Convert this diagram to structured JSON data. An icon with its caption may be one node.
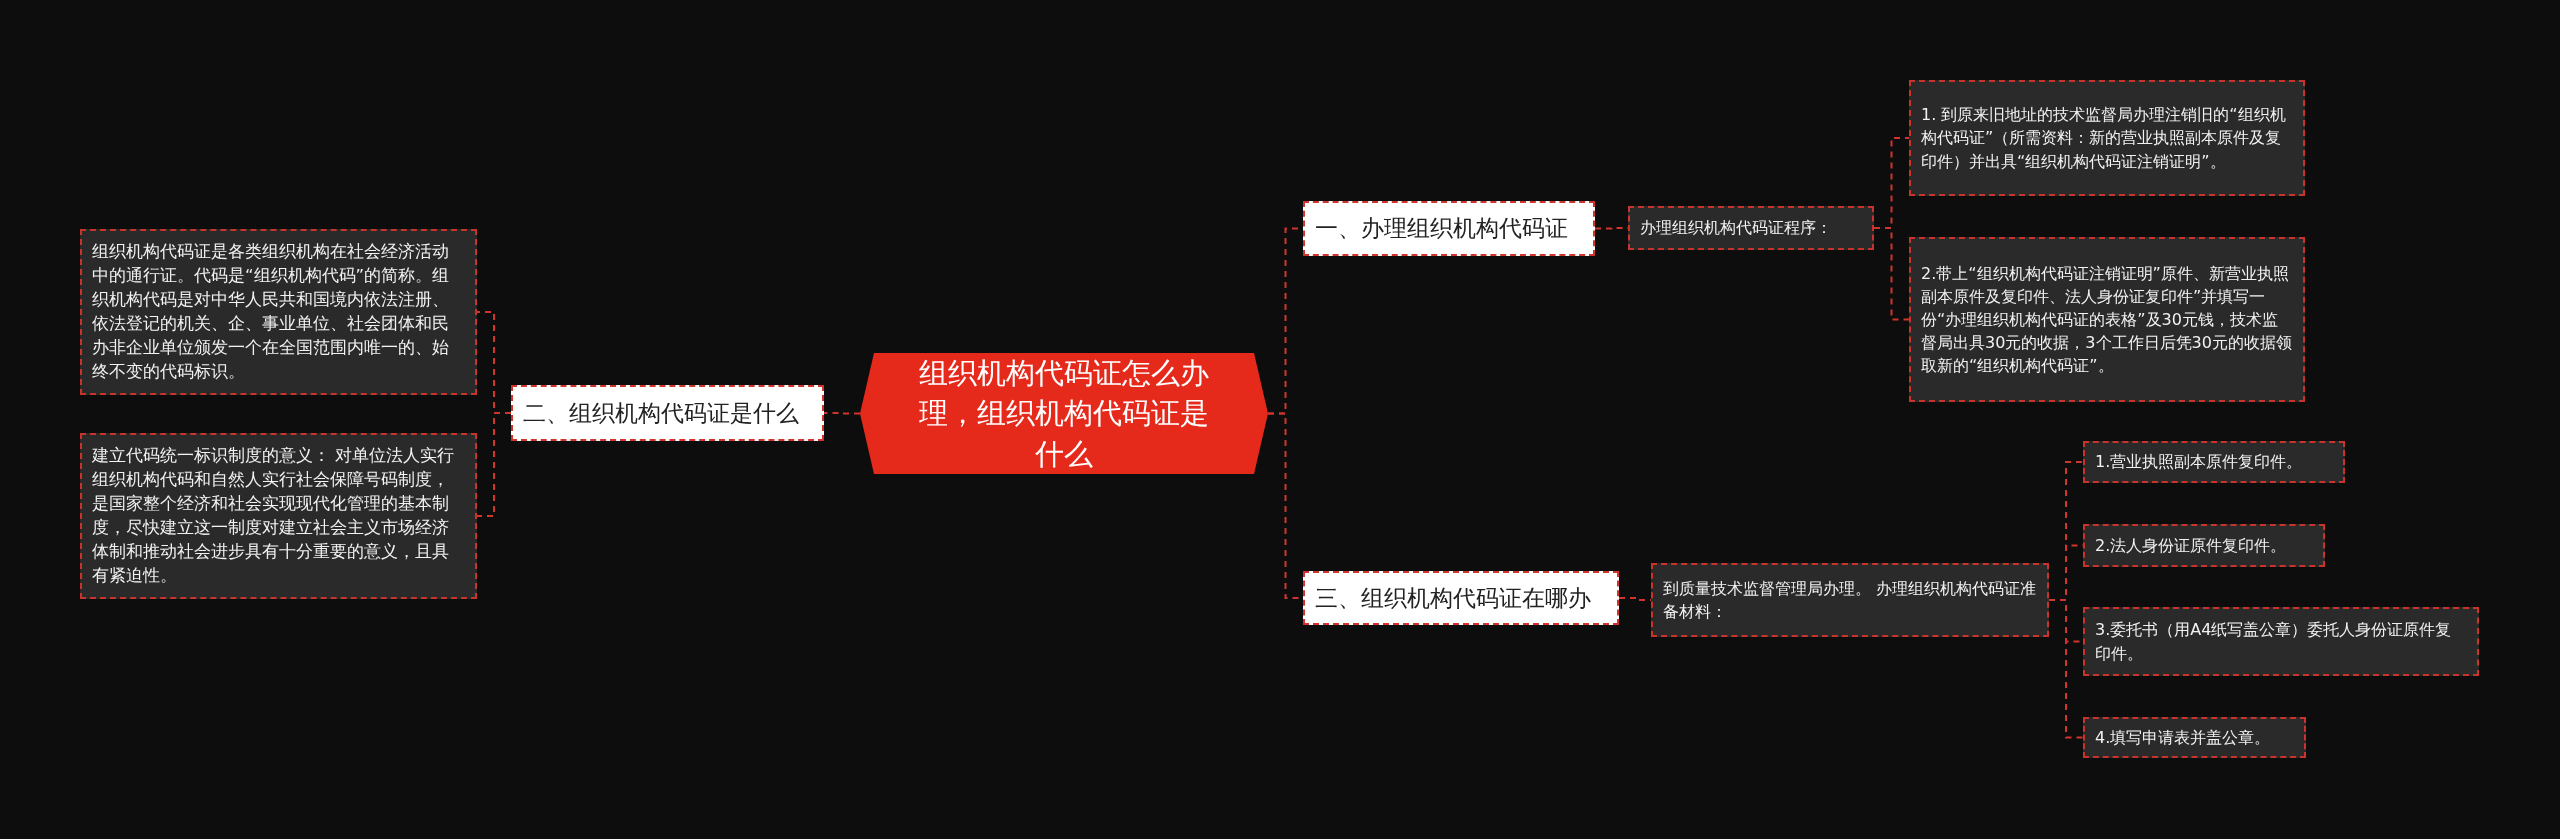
{
  "diagram": {
    "nodes": [
      {
        "text": [
          "组织机构代码证怎么办理，组织机构代码证是什么"
        ]
      },
      {
        "text": [
          "一、办理组织机构代码证"
        ]
      },
      {
        "text": [
          "办理组织机构代码证程序："
        ]
      },
      {
        "text": [
          "1. 到原来旧地址的技术监督局办理注销旧的“组织机构代码证”（所需资料：新的营业执照副本原件及复印件）并出具“组织机构代码证注销证明”。"
        ]
      },
      {
        "text": [
          "2.带上“组织机构代码证注销证明”原件、新营业执照副本原件及复印件、法人身份证复印件”并填写一份“办理组织机构代码证的表格”及30元钱，技术监督局出具30元的收据，3个工作日后凭30元的收据领取新的“组织机构代码证”。"
        ]
      },
      {
        "text": [
          "二、组织机构代码证是什么"
        ]
      },
      {
        "text": [
          "组织机构代码证是各类组织机构在社会经济活动中的通行证。代码是“组织机构代码”的简称。组织机构代码是对中华人民共和国境内依法注册、依法登记的机关、企、事业单位、社会团体和民办非企业单位颁发一个在全国范围内唯一的、始终不变的代码标识。"
        ]
      },
      {
        "text": [
          "建立代码统一标识制度的意义： 对单位法人实行组织机构代码和自然人实行社会保障号码制度，是国家整个经济和社会实现现代化管理的基本制度，尽快建立这一制度对建立社会主义市场经济体制和推动社会进步具有十分重要的意义，且具有紧迫性。"
        ]
      },
      {
        "text": [
          "三、组织机构代码证在哪办"
        ]
      },
      {
        "text": [
          "到质量技术监督管理局办理。 办理组织机构代码证准备材料："
        ]
      },
      {
        "text": [
          "1.营业执照副本原件复印件。"
        ]
      },
      {
        "text": [
          "2.法人身份证原件复印件。"
        ]
      },
      {
        "text": [
          "3.委托书（用A4纸写盖公章）委托人身份证原件复印件。"
        ]
      },
      {
        "text": [
          "4.填写申请表并盖公章。"
        ]
      }
    ],
    "edges": [
      {
        "from": 0,
        "to": 1,
        "arrow": "none"
      },
      {
        "from": 1,
        "to": 2,
        "arrow": "none"
      },
      {
        "from": 2,
        "to": 3,
        "arrow": "none"
      },
      {
        "from": 2,
        "to": 4,
        "arrow": "none"
      },
      {
        "from": 0,
        "to": 5,
        "arrow": "none"
      },
      {
        "from": 5,
        "to": 6,
        "arrow": "none"
      },
      {
        "from": 5,
        "to": 7,
        "arrow": "none"
      },
      {
        "from": 0,
        "to": 8,
        "arrow": "none"
      },
      {
        "from": 8,
        "to": 9,
        "arrow": "none"
      },
      {
        "from": 9,
        "to": 10,
        "arrow": "none"
      },
      {
        "from": 9,
        "to": 11,
        "arrow": "none"
      },
      {
        "from": 9,
        "to": 12,
        "arrow": "none"
      },
      {
        "from": 9,
        "to": 13,
        "arrow": "none"
      }
    ]
  }
}
